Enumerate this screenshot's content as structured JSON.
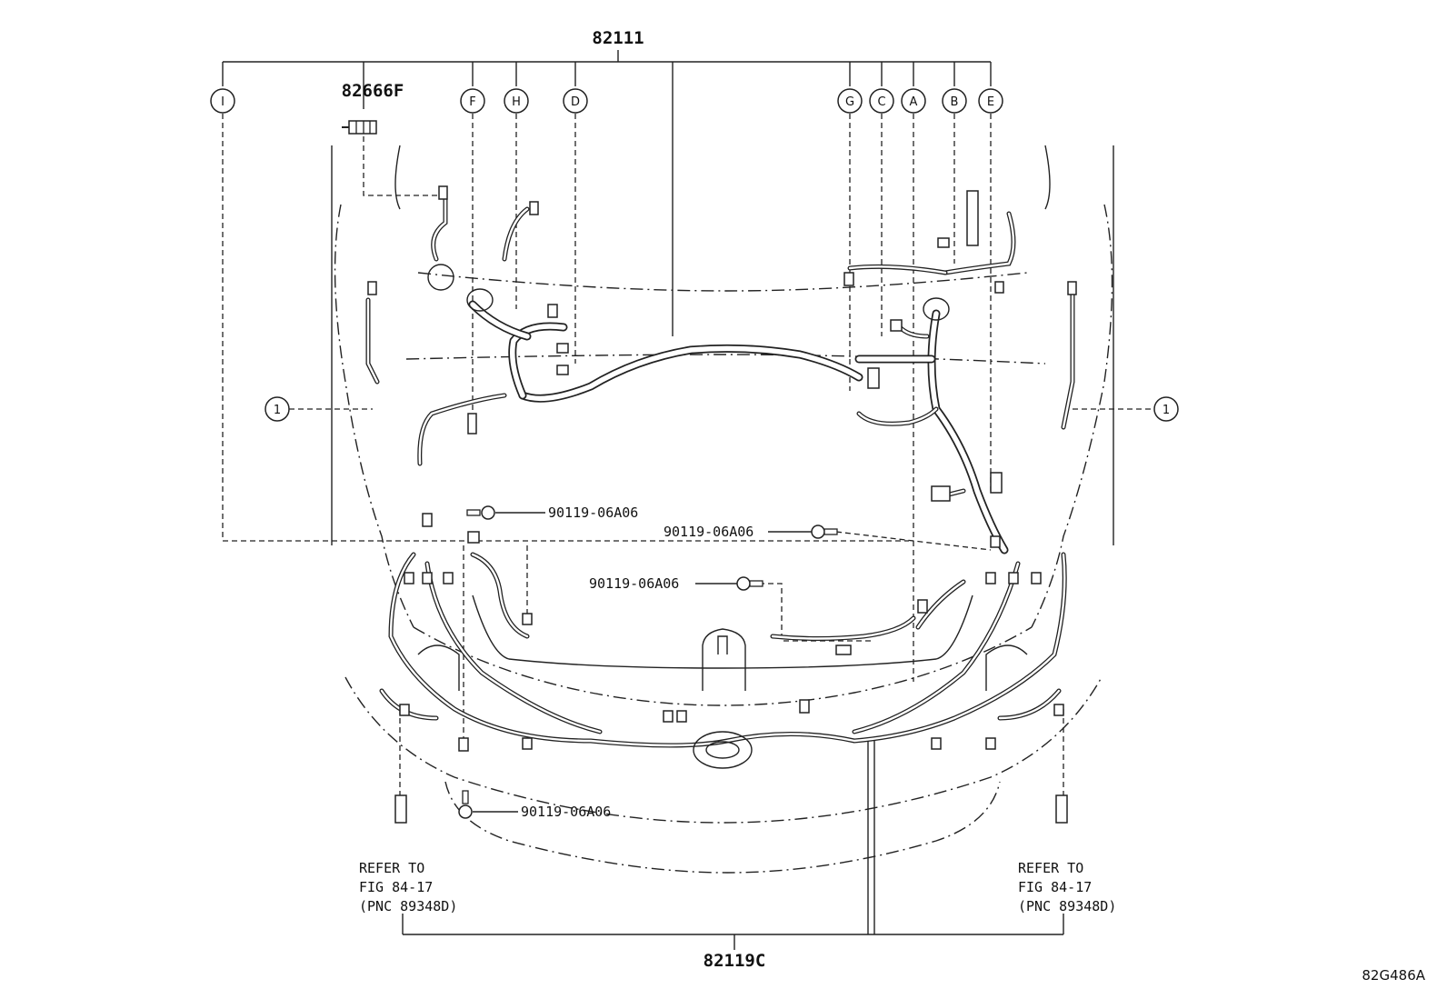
{
  "labels": {
    "main_harness": "82111",
    "clamp_part": "82666F",
    "lower_harness": "82119C",
    "bolt_1": "90119-06A06",
    "bolt_2": "90119-06A06",
    "bolt_3": "90119-06A06",
    "bolt_4": "90119-06A06",
    "refer_left": [
      "REFER TO",
      "FIG 84-17",
      "(PNC 89348D)"
    ],
    "refer_right": [
      "REFER TO",
      "FIG 84-17",
      "(PNC 89348D)"
    ],
    "figure_code": "82G486A"
  },
  "callouts": {
    "I": "I",
    "F": "F",
    "H": "H",
    "D": "D",
    "G": "G",
    "C": "C",
    "A": "A",
    "B": "B",
    "E": "E",
    "one_left": "1",
    "one_right": "1"
  }
}
